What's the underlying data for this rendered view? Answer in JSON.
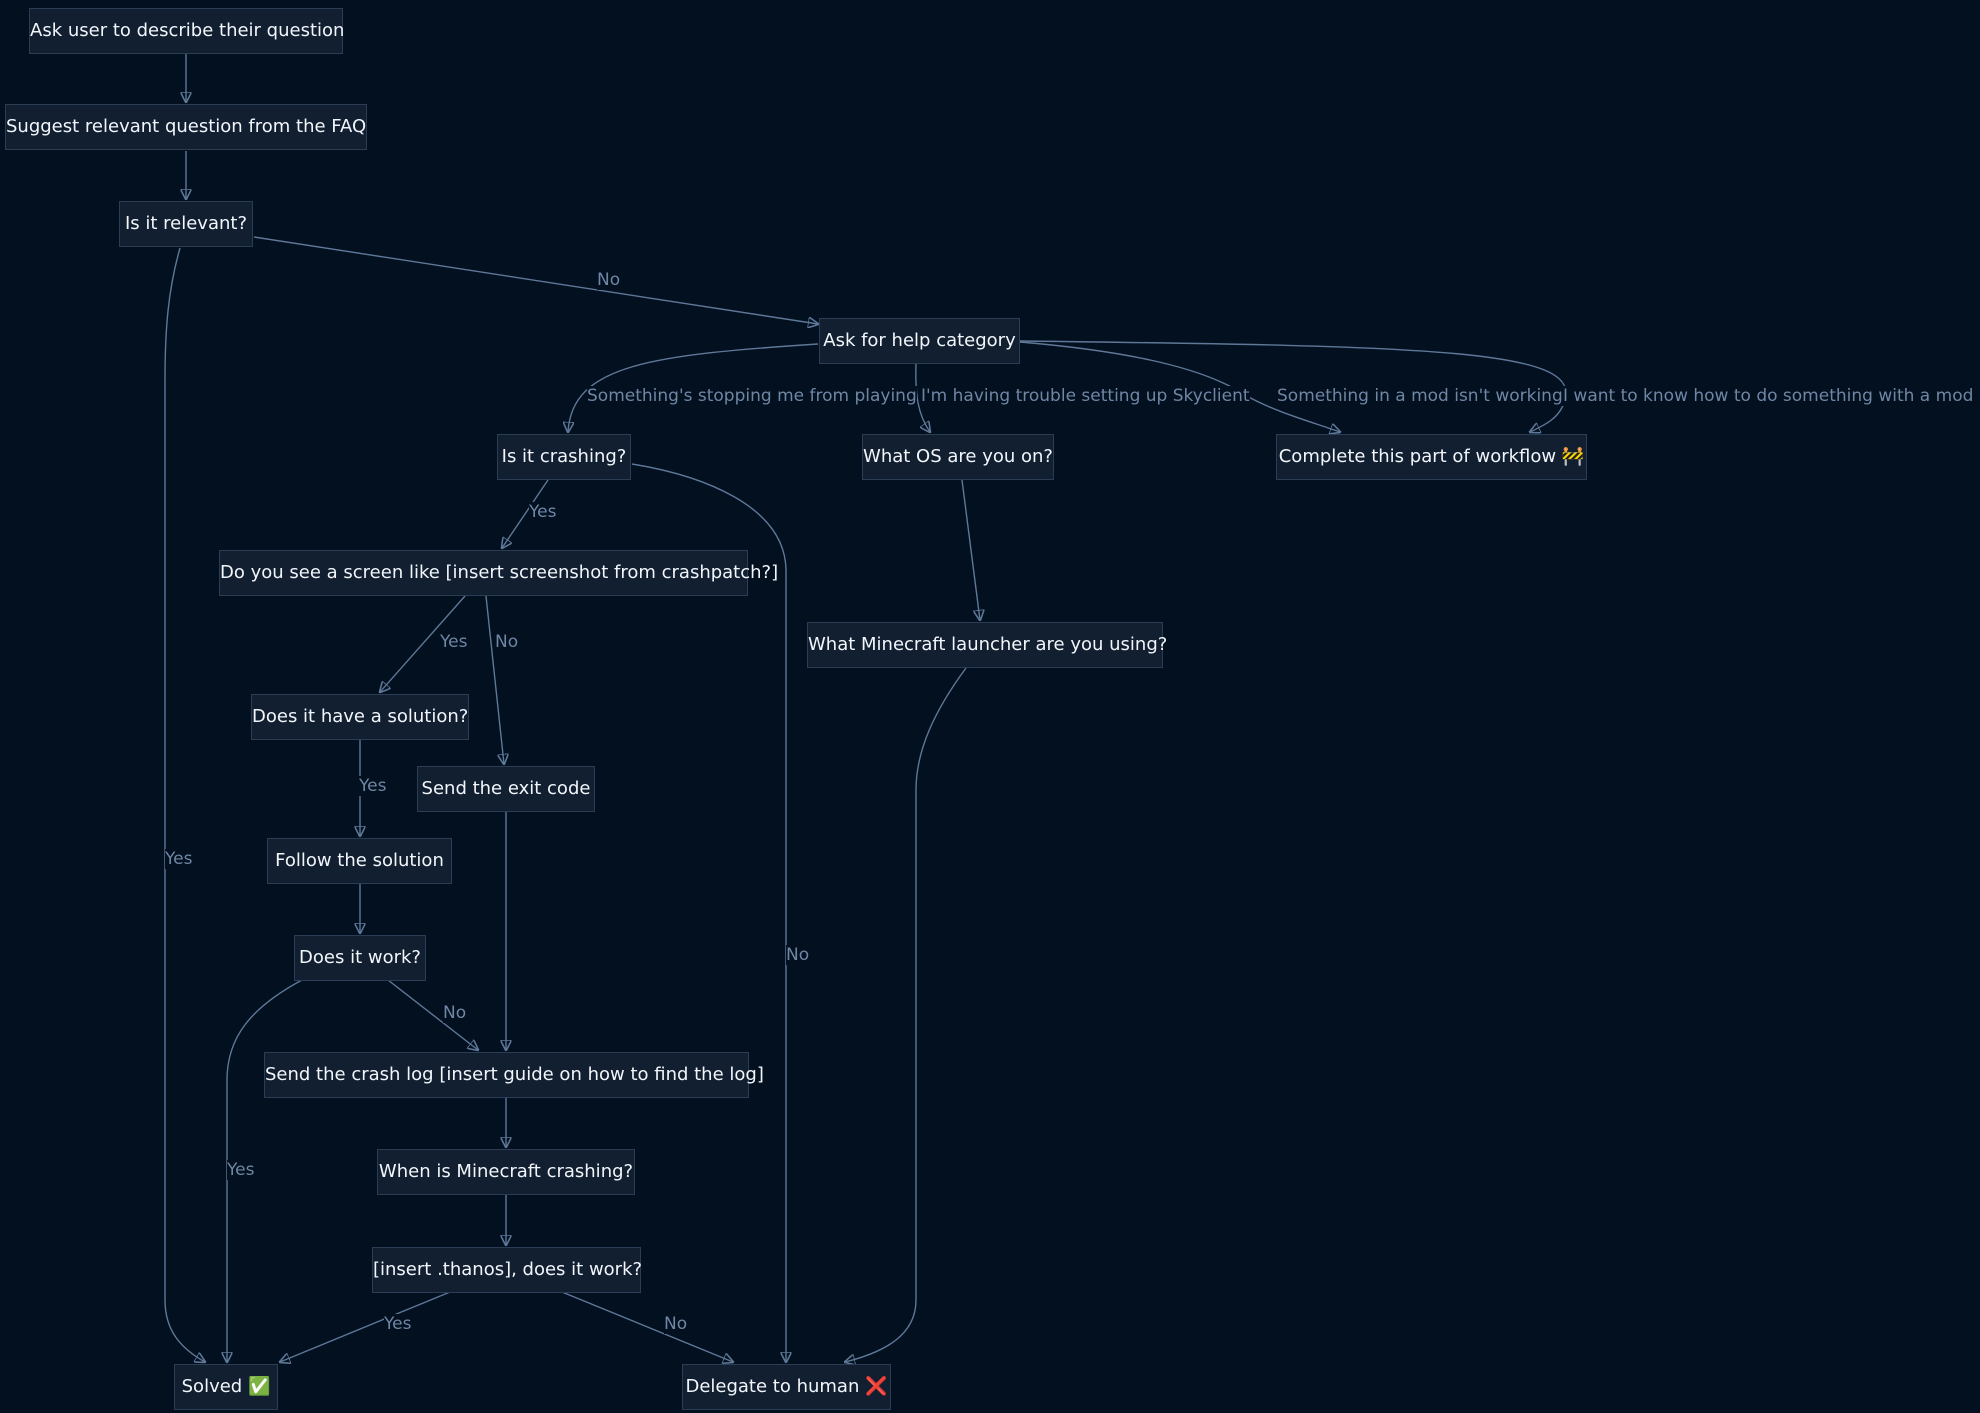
{
  "flowchart": {
    "nodes": {
      "ask_user": "Ask user to describe their question",
      "suggest_faq": "Suggest relevant question from the FAQ",
      "is_relevant": "Is it relevant?",
      "ask_category": "Ask for help category",
      "is_crashing": "Is it crashing?",
      "what_os": "What OS are you on?",
      "complete_workflow": "Complete this part of workflow 🚧",
      "see_screen": "Do you see a screen like [insert screenshot from crashpatch?]",
      "what_launcher": "What Minecraft launcher are you using?",
      "has_solution": "Does it have a solution?",
      "send_exit_code": "Send the exit code",
      "follow_solution": "Follow the solution",
      "does_it_work": "Does it work?",
      "send_crash_log": "Send the crash log [insert guide on how to find the log]",
      "when_crashing": "When is Minecraft crashing?",
      "thanos": "[insert .thanos], does it work?",
      "solved": "Solved ✅",
      "delegate": "Delegate to human ❌"
    },
    "edge_labels": {
      "relevant_no": "No",
      "relevant_yes": "Yes",
      "cat_stopping": "Something's stopping me from playing",
      "cat_setup": "I'm having trouble setting up Skyclient",
      "cat_mod_broken": "Something in a mod isn't working",
      "cat_mod_howto": "I want to know how to do something with a mod",
      "crashing_yes": "Yes",
      "crashing_no": "No",
      "screen_yes": "Yes",
      "screen_no": "No",
      "solution_yes": "Yes",
      "work_no": "No",
      "work_yes": "Yes",
      "thanos_yes": "Yes",
      "thanos_no": "No"
    }
  },
  "colors": {
    "background": "#02101f",
    "node_fill": "#111f31",
    "node_border": "#2b3d54",
    "node_text": "#f2f6fb",
    "edge": "#5f7898",
    "edge_label": "#6f86a5"
  }
}
